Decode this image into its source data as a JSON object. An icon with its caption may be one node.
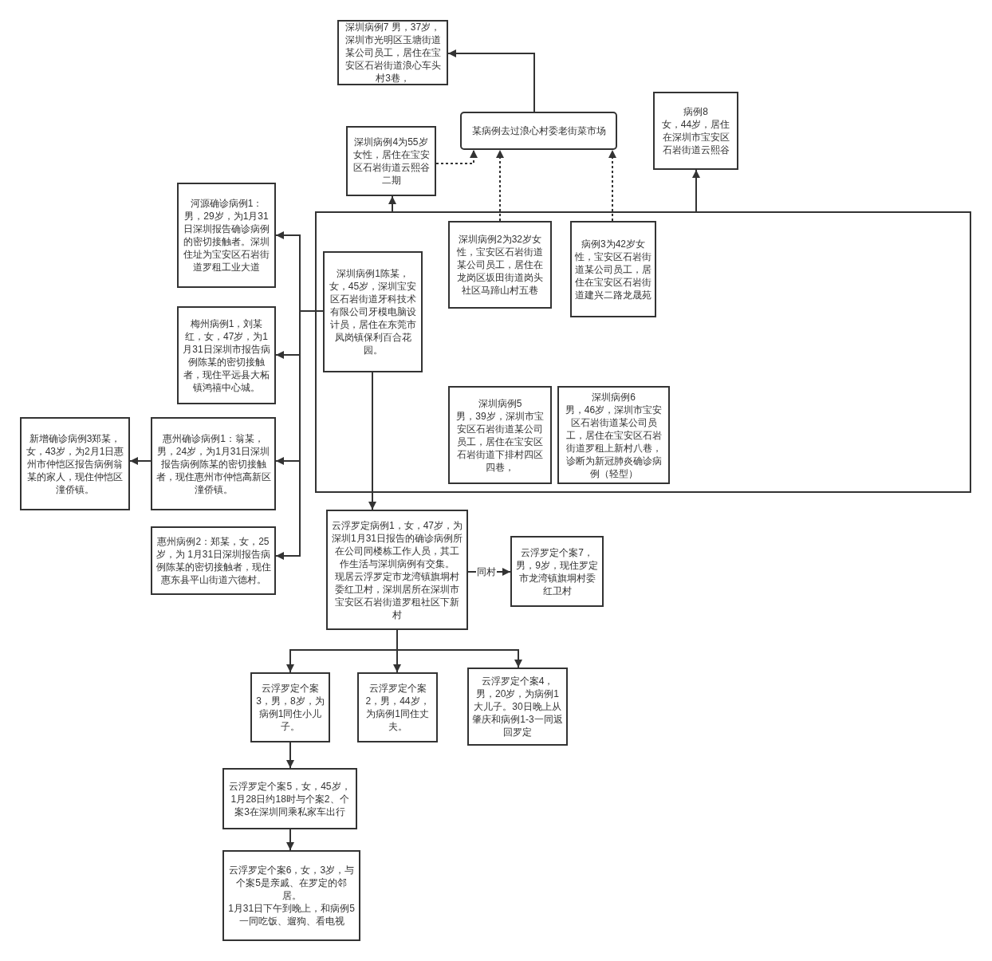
{
  "diagram": {
    "nodes": [
      {
        "text": [],
        "shape": "box"
      },
      {
        "text": [
          "深圳病例1陈某，女，45岁，深圳宝安区石岩街道牙科技术有限公司牙模电脑设计员，居住在东莞市凤岗镇保利百合花园。"
        ],
        "in": 0
      },
      {
        "text": [
          "深圳病例2为32岁女性，宝安区石岩街道某公司员工，居住在龙岗区坂田街道岗头社区马蹄山村五巷"
        ],
        "in": 0
      },
      {
        "text": [
          "病例3为42岁女性，宝安区石岩街道某公司员工，居住在宝安区石岩街道建兴二路龙晟苑"
        ],
        "in": 0
      },
      {
        "text": [
          "深圳病例5",
          "男，39岁，深圳市宝安区石岩街道某公司员工，居住在宝安区石岩街道下排村四区四巷，"
        ],
        "in": 0
      },
      {
        "text": [
          "深圳病例6",
          "男，46岁，深圳市宝安区石岩街道某公司员工，居住在宝安区石岩街道罗租上新村八巷，诊断为新冠肺炎确诊病例（轻型）"
        ],
        "in": 0
      },
      {
        "text": [
          "某病例去过浪心村委老街菜市场"
        ]
      },
      {
        "text": [
          "深圳病例7 男，37岁，深圳市光明区玉塘街道某公司员工，居住在宝安区石岩街道浪心车头村3巷，"
        ]
      },
      {
        "text": [
          "深圳病例4为55岁女性，居住在宝安区石岩街道云熙谷二期"
        ]
      },
      {
        "text": [
          "病例8",
          "女，44岁，居住在深圳市宝安区石岩街道云熙谷"
        ]
      },
      {
        "text": [
          "河源确诊病例1：男，29岁，为1月31日深圳报告确诊病例的密切接触者。深圳住址为宝安区石岩街道罗租工业大道"
        ]
      },
      {
        "text": [
          "梅州病例1，刘某红，女，47岁，为1月31日深圳市报告病例陈某的密切接触者，现住平远县大柘镇鸿禧中心城。"
        ]
      },
      {
        "text": [
          "惠州确诊病例1：翁某，男，24岁，为1月31日深圳报告病例陈某的密切接触者，现住惠州市仲恺高新区潼侨镇。"
        ]
      },
      {
        "text": [
          "新增确诊病例3郑某，女，43岁，为2月1日惠州市仲恺区报告病例翁某的家人，现住仲恺区潼侨镇。"
        ]
      },
      {
        "text": [
          "惠州病例2：郑某，女，25岁，为 1月31日深圳报告病例陈某的密切接触者，现住惠东县平山街道六德村。"
        ]
      },
      {
        "text": [
          "云浮罗定病例1，女，47岁，为深圳1月31日报告的确诊病例所在公司同楼栋工作人员，其工作生活与深圳病例有交集。",
          "现居云浮罗定市龙湾镇旗垌村委红卫村，深圳居所在深圳市宝安区石岩街道罗租社区下新村"
        ]
      },
      {
        "text": [
          "云浮罗定个案7，男，9岁，现住罗定市龙湾镇旗垌村委红卫村"
        ]
      },
      {
        "text": [
          "云浮罗定个案3，男，8岁，为病例1同住小儿子。"
        ]
      },
      {
        "text": [
          "云浮罗定个案2，男，44岁，为病例1同住丈夫。"
        ]
      },
      {
        "text": [
          "云浮罗定个案4，男，20岁，为病例1大儿子。30日晚上从肇庆和病例1-3一同返回罗定"
        ]
      },
      {
        "text": [
          "云浮罗定个案5，女，45岁，1月28日约18时与个案2、个案3在深圳同乘私家车出行"
        ]
      },
      {
        "text": [
          "云浮罗定个案6，女，3岁，与个案5是亲戚、在罗定的邻居。",
          "1月31日下午到晚上，和病例5一同吃饭、遛狗、看电视"
        ]
      }
    ],
    "edges": [
      {
        "from": 6,
        "to": 7,
        "arrow": "to"
      },
      {
        "from": 8,
        "to": 6,
        "arrow": "to",
        "style": "dashed"
      },
      {
        "from": 2,
        "to": 6,
        "arrow": "to",
        "style": "dashed"
      },
      {
        "from": 3,
        "to": 6,
        "arrow": "to",
        "style": "dashed"
      },
      {
        "from": 0,
        "to": 8,
        "arrow": "to"
      },
      {
        "from": 0,
        "to": 9,
        "arrow": "to"
      },
      {
        "from": 1,
        "to": 10,
        "arrow": "to"
      },
      {
        "from": 1,
        "to": 11,
        "arrow": "to"
      },
      {
        "from": 1,
        "to": 12,
        "arrow": "to"
      },
      {
        "from": 1,
        "to": 14,
        "arrow": "to"
      },
      {
        "from": 12,
        "to": 13,
        "arrow": "to"
      },
      {
        "from": 1,
        "to": 15,
        "arrow": "to"
      },
      {
        "from": 15,
        "to": 16,
        "arrow": "to",
        "label": "同村"
      },
      {
        "from": 15,
        "to": 17,
        "arrow": "to"
      },
      {
        "from": 15,
        "to": 18,
        "arrow": "to"
      },
      {
        "from": 15,
        "to": 19,
        "arrow": "to"
      },
      {
        "from": 17,
        "to": 20,
        "arrow": "to"
      },
      {
        "from": 20,
        "to": 21,
        "arrow": "to"
      }
    ]
  }
}
